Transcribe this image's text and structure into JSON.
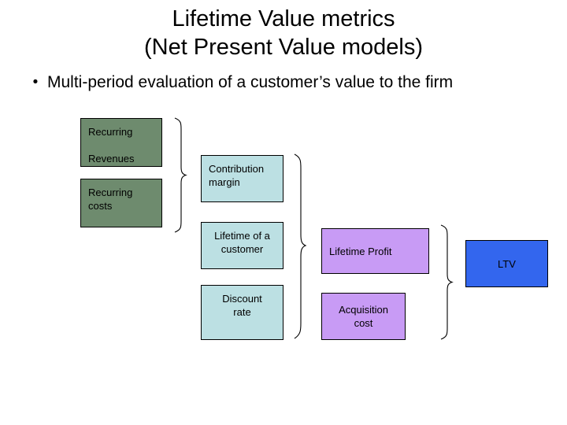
{
  "slide": {
    "title": "Lifetime Value metrics\n(Net Present Value models)",
    "bullet_mark": "•",
    "bullet_text": "Multi-period evaluation of a customer’s value to the firm"
  },
  "colors": {
    "green": "#6E8B6E",
    "cyan": "#BCE0E3",
    "purple": "#C89BF5",
    "blue": "#3366EE",
    "border": "#000000",
    "text": "#000000",
    "background": "#FFFFFF"
  },
  "diagram": {
    "type": "flow-grouping",
    "nodes": [
      {
        "id": "recurring-revenues",
        "label": "Recurring\n\nRevenues",
        "color": "#6E8B6E",
        "align": "left",
        "valign": "top"
      },
      {
        "id": "recurring-costs",
        "label": "Recurring\ncosts",
        "color": "#6E8B6E",
        "align": "left",
        "valign": "top"
      },
      {
        "id": "contribution-margin",
        "label": "Contribution\nmargin",
        "color": "#BCE0E3",
        "align": "left",
        "valign": "top"
      },
      {
        "id": "lifetime-of-customer",
        "label": "Lifetime of a\ncustomer",
        "color": "#BCE0E3",
        "align": "center",
        "valign": "top"
      },
      {
        "id": "discount-rate",
        "label": "Discount\nrate",
        "color": "#BCE0E3",
        "align": "center",
        "valign": "top"
      },
      {
        "id": "lifetime-profit",
        "label": "Lifetime Profit",
        "color": "#C89BF5",
        "align": "left",
        "valign": "center"
      },
      {
        "id": "acquisition-cost",
        "label": "Acquisition\ncost",
        "color": "#C89BF5",
        "align": "center",
        "valign": "center"
      },
      {
        "id": "ltv",
        "label": "LTV",
        "color": "#3366EE",
        "align": "center",
        "valign": "center"
      }
    ],
    "groupings": [
      {
        "id": "brace-1",
        "inputs": [
          "recurring-revenues",
          "recurring-costs"
        ],
        "output": "contribution-margin"
      },
      {
        "id": "brace-2",
        "inputs": [
          "contribution-margin",
          "lifetime-of-customer",
          "discount-rate"
        ],
        "output": "lifetime-profit"
      },
      {
        "id": "brace-3",
        "inputs": [
          "lifetime-profit",
          "acquisition-cost"
        ],
        "output": "ltv"
      }
    ]
  }
}
